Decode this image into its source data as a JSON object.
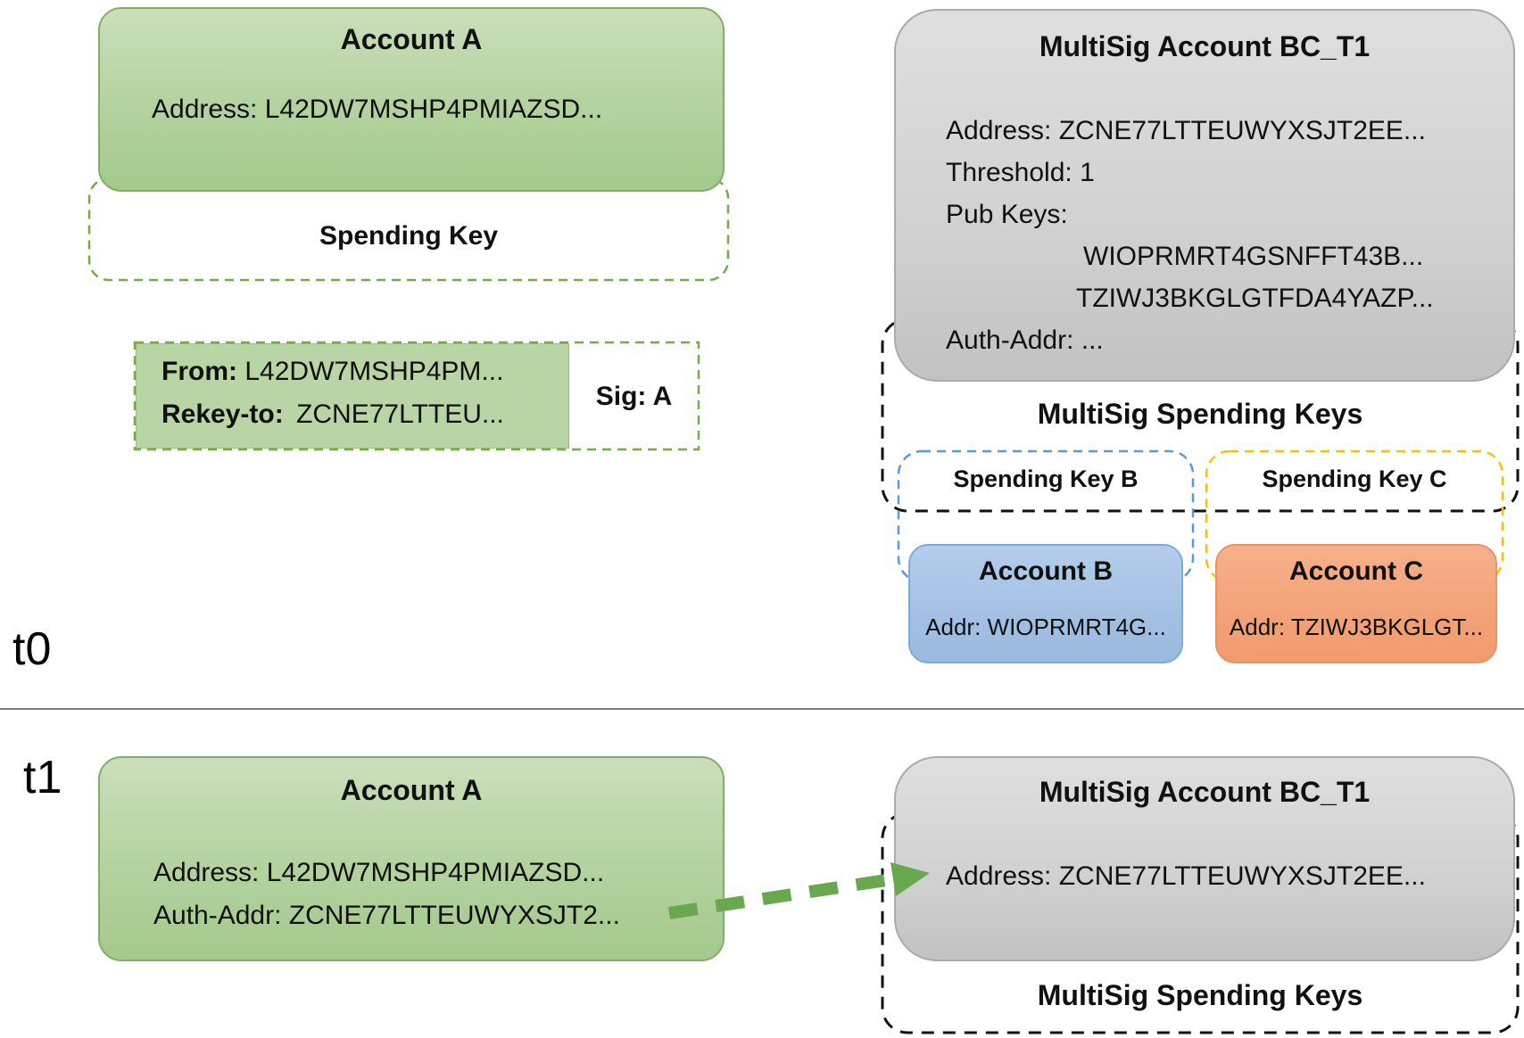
{
  "timeline": {
    "t0_label": "t0",
    "t1_label": "t1"
  },
  "t0": {
    "account_a": {
      "title": "Account A",
      "address": "Address: L42DW7MSHP4PMIAZSD...",
      "spending_key_label": "Spending Key"
    },
    "rekey_txn": {
      "from_label": "From:",
      "from_value": "L42DW7MSHP4PM...",
      "rekey_label": "Rekey-to:",
      "rekey_value": "ZCNE77LTTEU...",
      "sig": "Sig: A"
    },
    "multisig": {
      "title": "MultiSig Account BC_T1",
      "address": "Address: ZCNE77LTTEUWYXSJT2EE...",
      "threshold": "Threshold: 1",
      "pub_keys_label": "Pub Keys:",
      "pub_key_1": "WIOPRMRT4GSNFFT43B...",
      "pub_key_2": "TZIWJ3BKGLGTFDA4YAZP...",
      "auth_addr": "Auth-Addr: ...",
      "spending_keys_title": "MultiSig Spending Keys",
      "spending_key_b_label": "Spending Key B",
      "spending_key_c_label": "Spending Key C"
    },
    "account_b": {
      "title": "Account B",
      "addr": "Addr: WIOPRMRT4G..."
    },
    "account_c": {
      "title": "Account C",
      "addr": "Addr: TZIWJ3BKGLGT..."
    }
  },
  "t1": {
    "account_a": {
      "title": "Account A",
      "address": "Address: L42DW7MSHP4PMIAZSD...",
      "auth_addr": "Auth-Addr: ZCNE77LTTEUWYXSJT2..."
    },
    "multisig": {
      "title": "MultiSig Account BC_T1",
      "address": "Address: ZCNE77LTTEUWYXSJT2EE...",
      "spending_keys_title": "MultiSig Spending Keys"
    }
  },
  "colors": {
    "account_green_fill": "#b3d29f",
    "green_border": "#85ab6a",
    "green_dash": "#70ad47",
    "arrow_green": "#6aa84f",
    "multisig_gray_fill": "#d2d2d2",
    "account_blue_fill": "#a3c0e3",
    "spending_key_b_dash": "#5b9bd5",
    "account_orange_fill": "#f2a277",
    "spending_key_c_dash": "#ffc000",
    "container_dash": "#000000",
    "separator_gray": "#7c7c7c"
  }
}
